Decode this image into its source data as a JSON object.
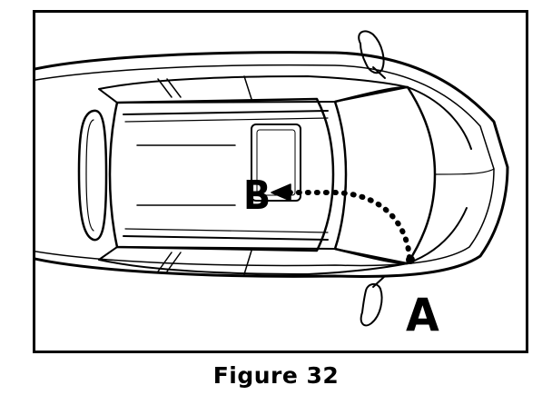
{
  "figure": {
    "caption": "Figure 32",
    "point_a": "A",
    "point_b": "B"
  },
  "colors": {
    "ink": "#000000",
    "paper": "#ffffff"
  },
  "icons": {
    "vehicle": "car-top-view-icon",
    "path": "dotted-arrow-icon"
  }
}
